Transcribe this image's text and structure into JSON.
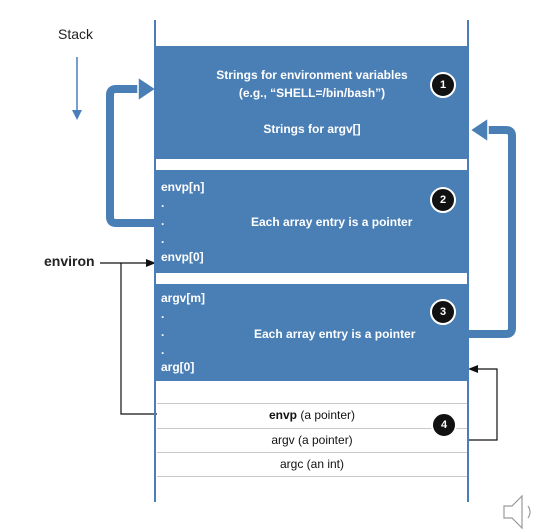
{
  "stack_label": "Stack",
  "environ_label": "environ",
  "block1": {
    "line1": "Strings for environment variables",
    "line2": "(e.g., “SHELL=/bin/bash”)",
    "line3": "Strings for argv[]",
    "badge": "1"
  },
  "block2": {
    "top": "envp[n]",
    "dot": ".",
    "bottom": "envp[0]",
    "center": "Each array entry is a pointer",
    "badge": "2"
  },
  "block3": {
    "top": "argv[m]",
    "dot": ".",
    "bottom": "arg[0]",
    "center": "Each array entry is a pointer",
    "badge": "3"
  },
  "rows": {
    "envp_bold": "envp",
    "envp_rest": "(a pointer)",
    "argv": "argv (a pointer)",
    "argc": "argc (an int)"
  },
  "badge4": "4",
  "colors": {
    "block": "#4a7fb6",
    "border": "#4a7ebb",
    "arrow": "#4a7fb6"
  }
}
